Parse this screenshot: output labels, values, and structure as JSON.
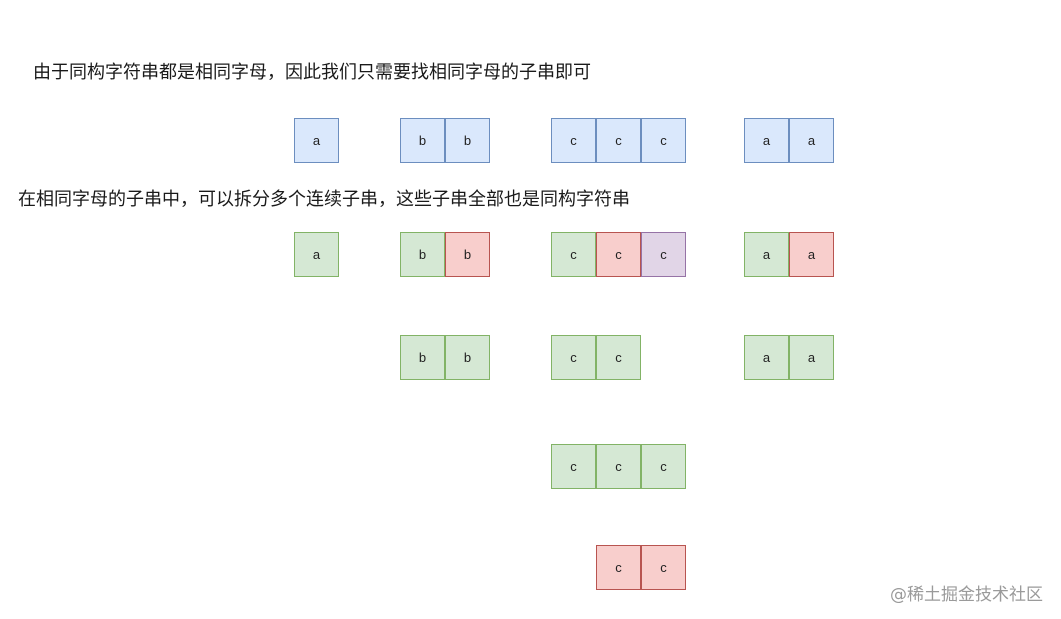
{
  "captions": {
    "top": "由于同构字符串都是相同字母，因此我们只需要找相同字母的子串即可",
    "middle": "在相同字母的子串中，可以拆分多个连续子串，这些子串全部也是同构字符串"
  },
  "colors": {
    "blue": {
      "fill": "#dae8fc",
      "stroke": "#6c8ebf"
    },
    "green": {
      "fill": "#d5e8d4",
      "stroke": "#82b366"
    },
    "red": {
      "fill": "#f8cecc",
      "stroke": "#b85450"
    },
    "purple": {
      "fill": "#e1d5e7",
      "stroke": "#9673a6"
    }
  },
  "groups": [
    {
      "name": "row1-a",
      "cells": [
        {
          "char": "a",
          "color": "blue"
        }
      ]
    },
    {
      "name": "row1-bb",
      "cells": [
        {
          "char": "b",
          "color": "blue"
        },
        {
          "char": "b",
          "color": "blue"
        }
      ]
    },
    {
      "name": "row1-ccc",
      "cells": [
        {
          "char": "c",
          "color": "blue"
        },
        {
          "char": "c",
          "color": "blue"
        },
        {
          "char": "c",
          "color": "blue"
        }
      ]
    },
    {
      "name": "row1-aa",
      "cells": [
        {
          "char": "a",
          "color": "blue"
        },
        {
          "char": "a",
          "color": "blue"
        }
      ]
    },
    {
      "name": "row2-a",
      "cells": [
        {
          "char": "a",
          "color": "green"
        }
      ]
    },
    {
      "name": "row2-bb",
      "cells": [
        {
          "char": "b",
          "color": "green"
        },
        {
          "char": "b",
          "color": "red"
        }
      ]
    },
    {
      "name": "row2-ccc",
      "cells": [
        {
          "char": "c",
          "color": "green"
        },
        {
          "char": "c",
          "color": "red"
        },
        {
          "char": "c",
          "color": "purple"
        }
      ]
    },
    {
      "name": "row2-aa",
      "cells": [
        {
          "char": "a",
          "color": "green"
        },
        {
          "char": "a",
          "color": "red"
        }
      ]
    },
    {
      "name": "row3-bb",
      "cells": [
        {
          "char": "b",
          "color": "green"
        },
        {
          "char": "b",
          "color": "green"
        }
      ]
    },
    {
      "name": "row3-cc",
      "cells": [
        {
          "char": "c",
          "color": "green"
        },
        {
          "char": "c",
          "color": "green"
        }
      ]
    },
    {
      "name": "row3-aa",
      "cells": [
        {
          "char": "a",
          "color": "green"
        },
        {
          "char": "a",
          "color": "green"
        }
      ]
    },
    {
      "name": "row4-ccc",
      "cells": [
        {
          "char": "c",
          "color": "green"
        },
        {
          "char": "c",
          "color": "green"
        },
        {
          "char": "c",
          "color": "green"
        }
      ]
    },
    {
      "name": "row5-cc",
      "cells": [
        {
          "char": "c",
          "color": "red"
        },
        {
          "char": "c",
          "color": "red"
        }
      ]
    }
  ],
  "watermark": "@稀土掘金技术社区"
}
